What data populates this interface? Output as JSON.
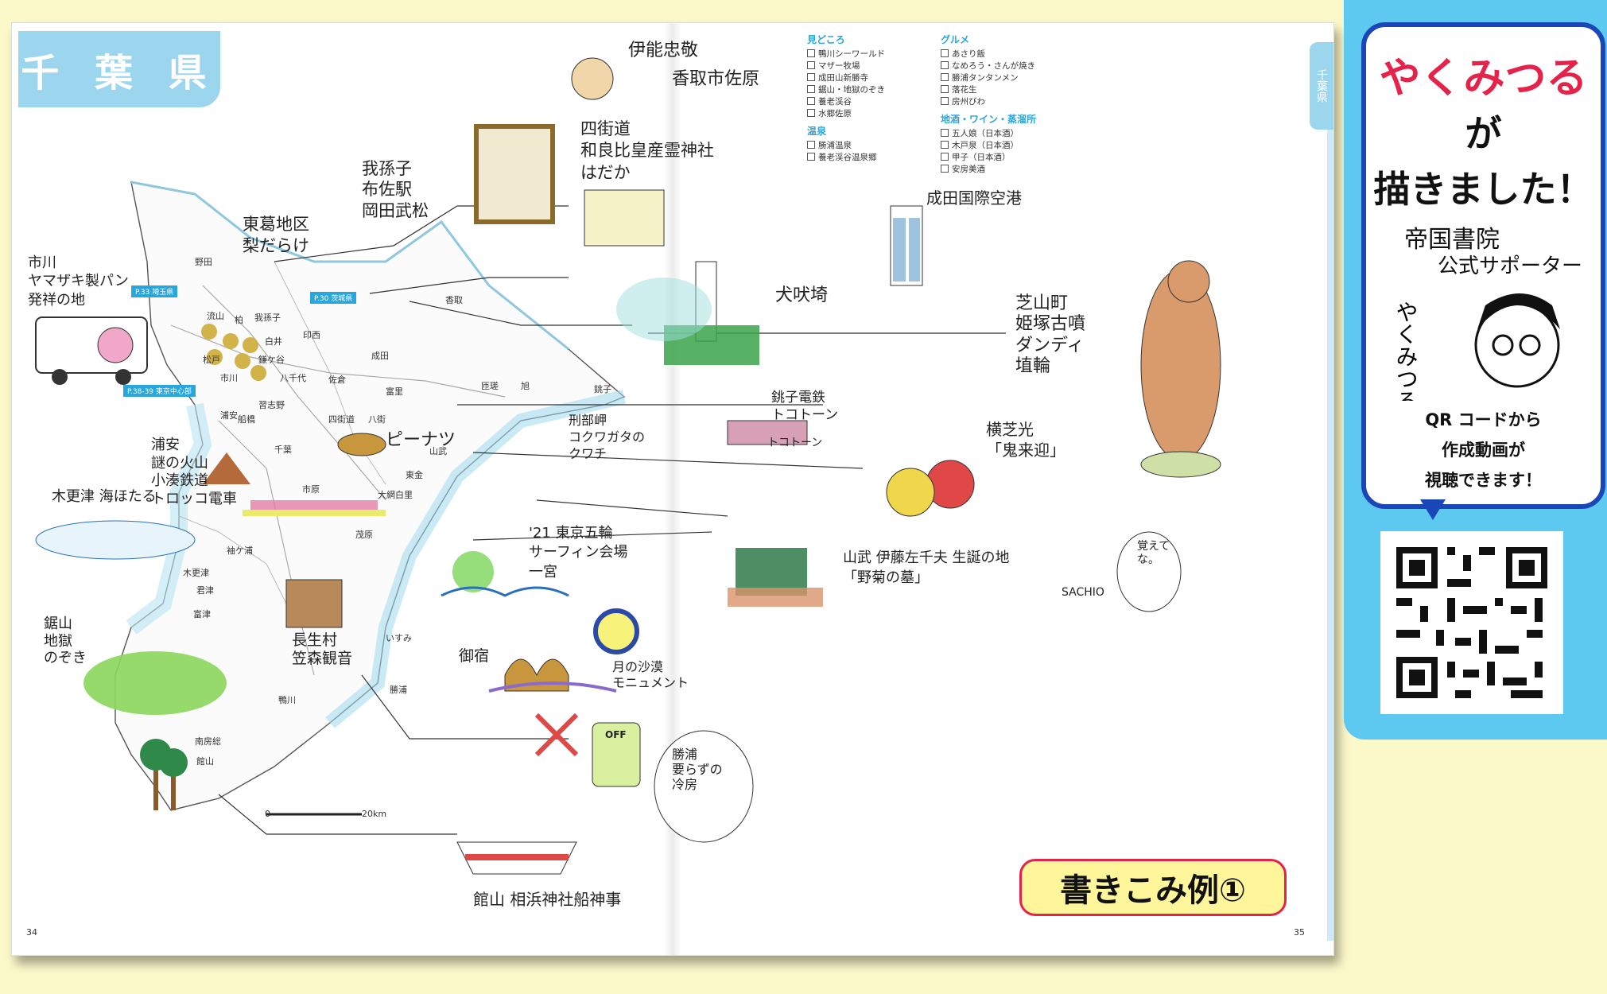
{
  "prefecture_tab": "千 葉 県",
  "side_tab": "千葉県",
  "page_left": "34",
  "page_right": "35",
  "example_label": "書きこみ例①",
  "panel": {
    "title": "やくみつる",
    "ga": "が",
    "drew": "描きました！",
    "sub1": "帝国書院",
    "sub2": "公式サポーター",
    "signature": "やくみつる",
    "qr_lines": [
      "QR コードから",
      "作成動画が",
      "視聴できます！"
    ]
  },
  "legend": {
    "sights_title": "見どころ",
    "sights": [
      "鴨川シーワールド",
      "マザー牧場",
      "成田山新勝寺",
      "鋸山・地獄のぞき",
      "養老渓谷",
      "水郷佐原"
    ],
    "onsen_title": "温泉",
    "onsen": [
      "勝浦温泉",
      "養老渓谷温泉郷"
    ],
    "gourmet_title": "グルメ",
    "gourmet": [
      "あさり飯",
      "なめろう・さんが焼き",
      "勝浦タンタンメン",
      "落花生",
      "房州びわ"
    ],
    "sake_title": "地酒・ワイン・蒸溜所",
    "sake": [
      "五人娘（日本酒）",
      "木戸泉（日本酒）",
      "甲子（日本酒）",
      "安房美酒"
    ]
  },
  "highway_labels": [
    "P.33 埼玉県",
    "P.30 茨城県",
    "P.38-39 東京中心部"
  ],
  "scale_label": "20km",
  "scale_zero": "0",
  "cities": [
    "野田",
    "流山",
    "柏",
    "我孫子",
    "白井",
    "印西",
    "松戸",
    "鎌ケ谷",
    "市川",
    "八千代",
    "佐倉",
    "成田",
    "習志野",
    "船橋",
    "浦安",
    "四街道",
    "八街",
    "富里",
    "香取",
    "旭",
    "匝瑳",
    "銚子",
    "山武",
    "東金",
    "大網白里",
    "市原",
    "茂原",
    "千葉",
    "袖ケ浦",
    "木更津",
    "君津",
    "富津",
    "いすみ",
    "勝浦",
    "鴨川",
    "南房総",
    "館山"
  ],
  "annotations": {
    "ino": "伊能忠敬",
    "sawara": "香取市佐原",
    "abiko": "我孫子\n布佐駅\n岡田武松",
    "yotsukaido": "四街道\n和良比皇産霊神社\nはだか",
    "katsushika": "東葛地区\n梨だらけ",
    "yamazaki": "市川\nヤマザキ製パン\n発祥の地",
    "inubo": "犬吠埼",
    "shibayama": "芝山町\n姫塚古噴\nダンディ\n埴輪",
    "narita": "成田国際空港",
    "choshi_rail": "銚子電鉄\nトコトーン",
    "tokoton": "トコトーン",
    "gyobu": "刑部岬\nコクワガタの\nクワチ",
    "peanuts": "ピーナツ",
    "yokoo": "横芝光\n「鬼来迎」",
    "urayasu": "浦安\n謎の火山\n小湊鉄道\nトロッコ電車",
    "kisarazu": "木更津 海ほたる",
    "olympic": "'21 東京五輪\nサーフィン会場\n一宮",
    "sanbu": "山武 伊藤左千夫 生誕の地\n「野菊の墓」",
    "sachio_bubble": "覚えて\nな。",
    "sachio": "SACHIO",
    "nokogiri": "鋸山\n地獄\nのぞき",
    "nagara": "長生村\n笠森観音",
    "onjuku": "御宿",
    "desert": "月の沙漠\nモニュメント",
    "katsuura": "勝浦\n要らずの\n冷房",
    "off": "OFF",
    "tateyama": "館山 相浜神社船神事"
  },
  "colors": {
    "panel_bg": "#5ec9f0",
    "bubble_border": "#1b46b8",
    "title_red": "#e5234a",
    "tab_blue": "#9bd6ee",
    "page_bg": "#fbf8c9",
    "highway_blue": "#29a6dc"
  }
}
